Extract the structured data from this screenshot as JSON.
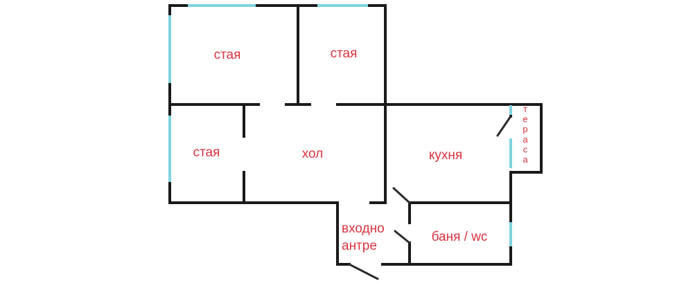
{
  "colors": {
    "walls": "#1a1a1a",
    "windows": "#7fd3de",
    "labels": "#d9333f",
    "background": "#ffffff"
  },
  "rooms": {
    "room_top_left": "стая",
    "room_top_right": "стая",
    "room_left": "стая",
    "hall": "хол",
    "kitchen": "кухня",
    "terrace": "тераса",
    "entrance_line1": "входно",
    "entrance_line2": "антре",
    "bathroom": "баня / wc"
  }
}
